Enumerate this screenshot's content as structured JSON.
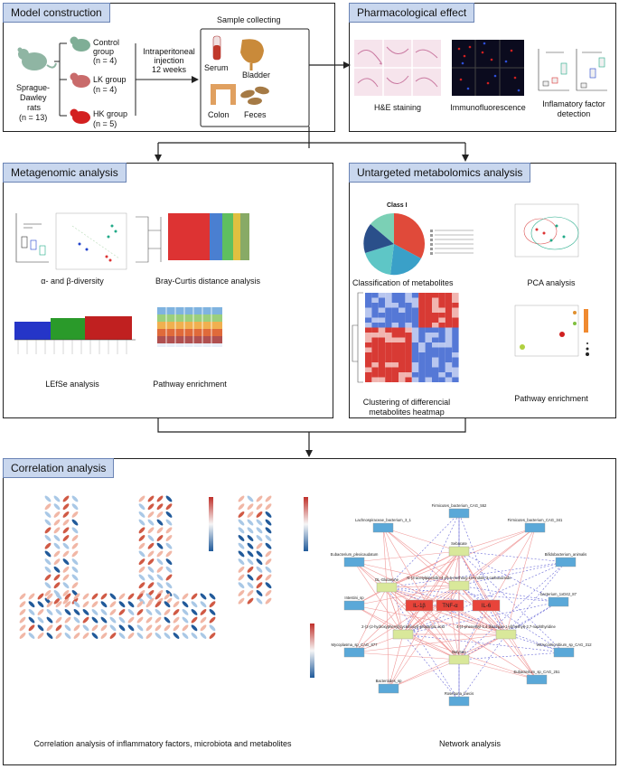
{
  "panels": {
    "model": {
      "title": "Model construction",
      "rats": [
        "Sprague-",
        "Dawley",
        "rats",
        "(n = 13)"
      ],
      "groups": [
        {
          "name": "Control",
          "sub": "group",
          "n": "(n = 4)",
          "color": "#7fae96"
        },
        {
          "name": "LK group",
          "sub": "",
          "n": "(n = 4)",
          "color": "#c96b6b"
        },
        {
          "name": "HK group",
          "sub": "",
          "n": "(n = 5)",
          "color": "#d32020"
        }
      ],
      "injection": [
        "Intraperitoneal",
        "injection",
        "12 weeks"
      ],
      "sample_title": "Sample collecting",
      "samples": [
        "Serum",
        "Bladder",
        "Colon",
        "Feces"
      ]
    },
    "pharma": {
      "title": "Pharmacological effect",
      "captions": [
        "H&E staining",
        "Immunofluorescence",
        "Inflamatory factor",
        "detection"
      ]
    },
    "meta": {
      "title": "Metagenomic analysis",
      "captions": [
        "α- and β-diversity",
        "Bray-Curtis distance analysis",
        "LEfSe analysis",
        "Pathway enrichment"
      ]
    },
    "untargeted": {
      "title": "Untargeted metabolomics analysis",
      "class_label": "Class I",
      "captions": [
        "Classification of metabolites",
        "PCA analysis",
        "Clustering of differencial",
        "metabolites heatmap",
        "Pathway enrichment"
      ]
    },
    "corr": {
      "title": "Correlation analysis",
      "captions": [
        "Correlation analysis of inflammatory factors, microbiota and metabolites",
        "Network analysis"
      ],
      "network_nodes": [
        "Firmicutes_bacterium_CAG_552",
        "Lachnospiraceae_bacterium_3_1",
        "Firmicutes_bacterium_CAG_341",
        "Eubacterium_plexicaudatum",
        "Bifidobacterium_animalis",
        "Sebacate",
        "N-(3-acetylpiperidin-4-yl)-5-methoxy-1H-indole-3-carboxamide",
        "DL-Glutamine",
        "bacterium_1xD42_87",
        "Intestini_sp",
        "IL-1β",
        "TNF-α",
        "IL-6",
        "2-(2-(2-hydroxyphenyl)cyclohexyl)-propanoic acid",
        "4-(4-phenethyl-1,4-diazepan-1-yl)methyl)-2,7-naphthyridine",
        "Mycoplasma_sp_CAG_877",
        "Verrucomicrobium_sp_CAG_312",
        "Butyrate",
        "Eubacterium_sp_CAG_251",
        "Bacteroides_sp",
        "Roseburia_faecis"
      ]
    }
  }
}
